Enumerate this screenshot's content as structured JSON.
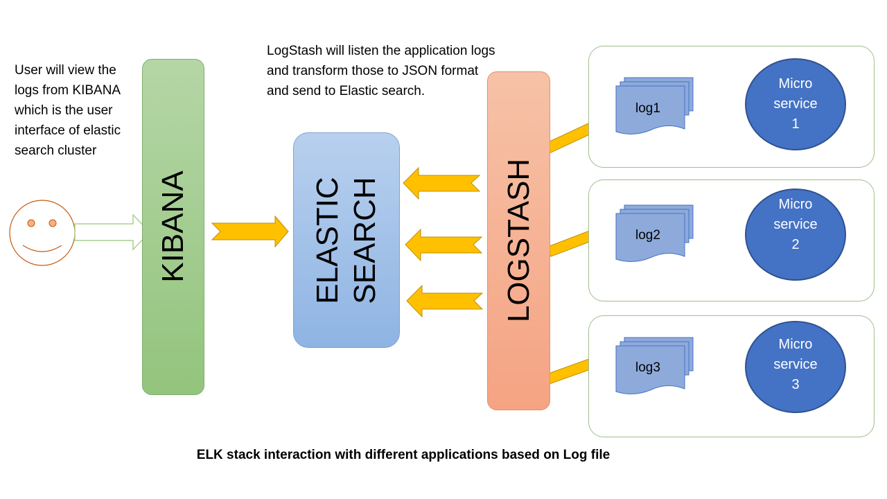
{
  "notes": {
    "user": "User will view the logs from KIBANA which is the user interface of elastic search cluster",
    "logstash": "LogStash will listen the application logs and transform those to JSON format and send to Elastic search."
  },
  "components": {
    "kibana": "KIBANA",
    "elastic_line1": "ELASTIC",
    "elastic_line2": "SEARCH",
    "logstash": "LOGSTASH"
  },
  "services": [
    {
      "line1": "Micro",
      "line2": "service",
      "line3": "1",
      "log": "log1"
    },
    {
      "line1": "Micro",
      "line2": "service",
      "line3": "2",
      "log": "log2"
    },
    {
      "line1": "Micro",
      "line2": "service",
      "line3": "3",
      "log": "log3"
    }
  ],
  "caption": "ELK stack interaction with different applications based on Log file",
  "colors": {
    "kibana": "#93c47d",
    "elastic": "#8fb4e3",
    "logstash": "#f5a383",
    "service": "#4472c4",
    "arrow": "#ffc000",
    "log": "#8eaadb"
  }
}
